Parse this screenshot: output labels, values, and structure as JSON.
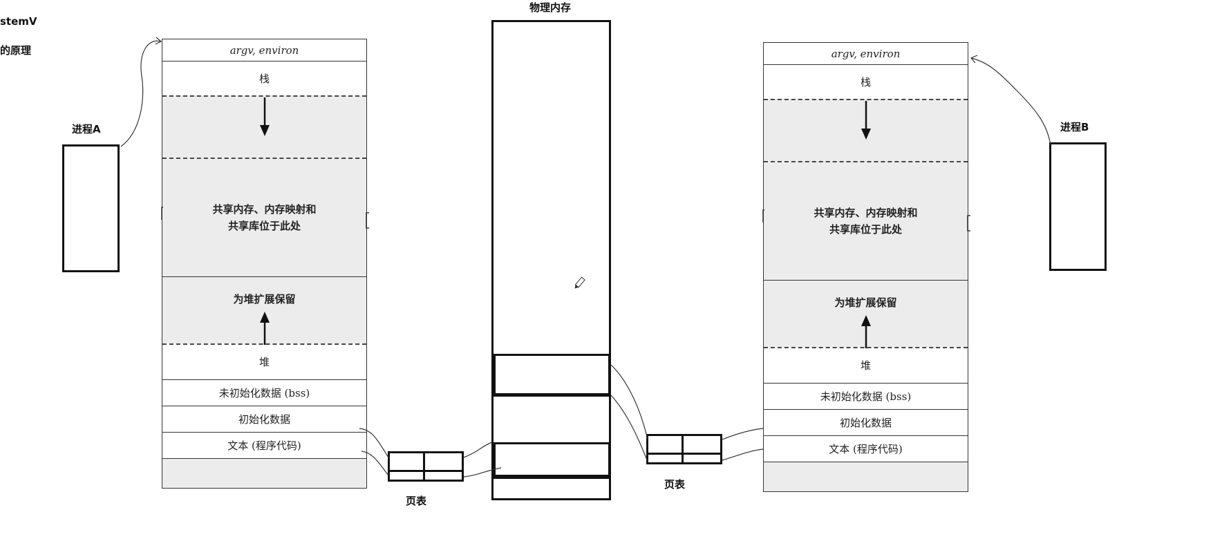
{
  "partial_title": {
    "line1": "stemV",
    "line2": "的原理"
  },
  "process_a": {
    "label": "进程A"
  },
  "process_b": {
    "label": "进程B"
  },
  "physical_memory": {
    "title": "物理内存"
  },
  "page_table_left": {
    "label": "页表"
  },
  "page_table_right": {
    "label": "页表"
  },
  "memory_layout": {
    "argv": "argv, environ",
    "stack": "栈",
    "shared_line1": "共享内存、内存映射和",
    "shared_line2": "共享库位于此处",
    "heap_reserved": "为堆扩展保留",
    "heap": "堆",
    "bss": "未初始化数据 (bss)",
    "data": "初始化数据",
    "text": "文本 (程序代码)"
  },
  "colors": {
    "ink": "#111111",
    "shade": "#ececec",
    "background": "#ffffff"
  },
  "icons": {
    "pencil": "pencil-icon"
  }
}
